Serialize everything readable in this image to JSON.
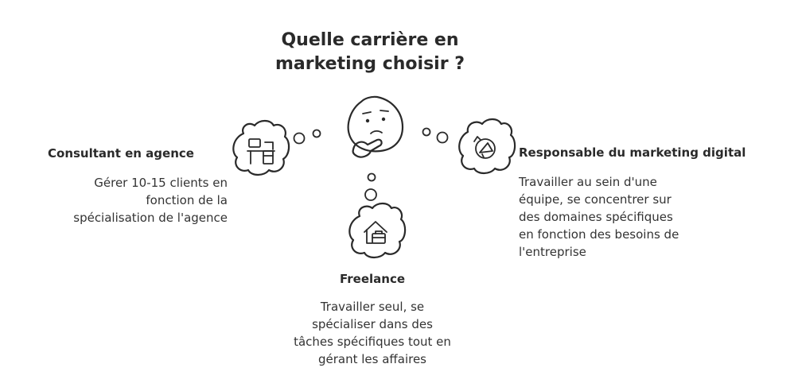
{
  "title": {
    "line1": "Quelle carrière en",
    "line2": "marketing choisir ?"
  },
  "options": {
    "consultant": {
      "heading": "Consultant en agence",
      "desc": [
        "Gérer 10-15 clients en",
        "fonction de la",
        "spécialisation de l'agence"
      ],
      "icon": "office-desk-icon"
    },
    "digital": {
      "heading": "Responsable du marketing digital",
      "desc": [
        "Travailler au sein d'une",
        "équipe, se concentrer sur",
        "des domaines spécifiques",
        "en fonction des besoins de",
        "l'entreprise"
      ],
      "icon": "megaphone-icon"
    },
    "freelance": {
      "heading": "Freelance",
      "desc": [
        "Travailler seul, se",
        "spécialiser dans des",
        "tâches spécifiques tout en",
        "gérant les affaires"
      ],
      "icon": "home-briefcase-icon"
    }
  },
  "central_icon": "thinking-face-icon"
}
